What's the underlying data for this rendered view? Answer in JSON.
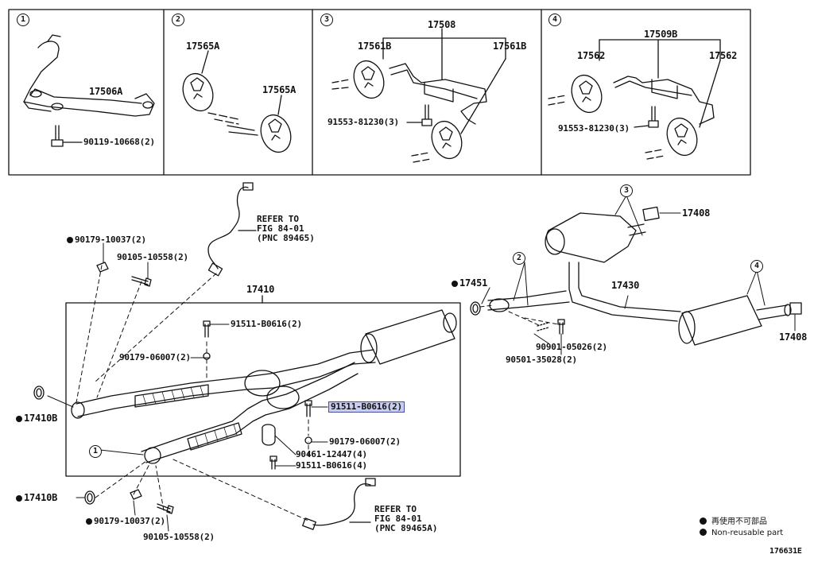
{
  "panels": {
    "p1": {
      "num": "1",
      "part": "17506A",
      "bolt": "90119-10668(2)"
    },
    "p2": {
      "num": "2",
      "part_a": "17565A",
      "part_b": "17565A"
    },
    "p3": {
      "num": "3",
      "bracket": "17508",
      "mount_l": "17561B",
      "mount_r": "17561B",
      "bolt": "91553-81230(3)"
    },
    "p4": {
      "num": "4",
      "bracket": "17509B",
      "mount_l": "17562",
      "mount_r": "17562",
      "bolt": "91553-81230(3)"
    }
  },
  "callouts": {
    "ref_top": [
      "REFER TO",
      "FIG 84-01",
      "(PNC 89465)"
    ],
    "ref_bottom": [
      "REFER TO",
      "FIG 84-01",
      "(PNC 89465A)"
    ],
    "c_90179_10037_top": "90179-10037(2)",
    "c_90105_10558_top": "90105-10558(2)",
    "c_17410": "17410",
    "c_91511_b0616_2_top": "91511-B0616(2)",
    "c_90179_06007_left": "90179-06007(2)",
    "c_91511_b0616_2_sel": "91511-B0616(2)",
    "c_90179_06007_right": "90179-06007(2)",
    "c_90461_12447": "90461-12447(4)",
    "c_91511_b0616_4": "91511-B0616(4)",
    "c_17410b_top": "17410B",
    "c_17410b_bottom": "17410B",
    "c_90179_10037_bottom": "90179-10037(2)",
    "c_90105_10558_bottom": "90105-10558(2)",
    "c_17451": "17451",
    "c_17430": "17430",
    "c_17408_top": "17408",
    "c_17408_bottom": "17408",
    "c_90901_05026": "90901-05026(2)",
    "c_90501_35028": "90501-35028(2)",
    "circ_1": "1",
    "circ_2": "2",
    "circ_3": "3",
    "circ_4": "4"
  },
  "legend": {
    "jp": "再使用不可部品",
    "en": "Non-reusable part"
  },
  "figure_id": "176631E"
}
